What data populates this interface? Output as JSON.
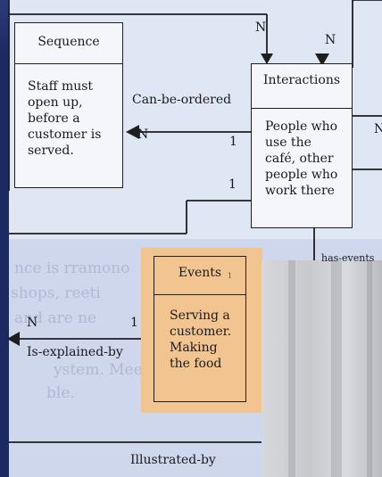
{
  "entities": {
    "sequence": {
      "title": "Sequence",
      "body": "Staff must\nopen up,\nbefore a\ncustomer is\nserved."
    },
    "interactions": {
      "title": "Interactions",
      "body": "People who\nuse the\ncafé, other\npeople who\nwork there"
    },
    "events": {
      "title": "Events",
      "mark": "1",
      "body": "Serving a\ncustomer.\nMaking\nthe food"
    }
  },
  "relationships": {
    "can_be_ordered": "Can-be-ordered",
    "is_explained_by": "Is-explained-by",
    "illustrated_by": "Illustrated-by",
    "has_events": "has-events"
  },
  "cardinalities": {
    "top_n_left": "N",
    "top_n_right": "N",
    "can_be_ordered_n": "N",
    "can_be_ordered_one": "1",
    "lower_one": "1",
    "explained_n": "N",
    "explained_one": "1",
    "right_edge_n": "N"
  },
  "colors": {
    "background": "#1c2a63",
    "highlight": "#f2c48f",
    "ink": "#1a1a1a"
  }
}
